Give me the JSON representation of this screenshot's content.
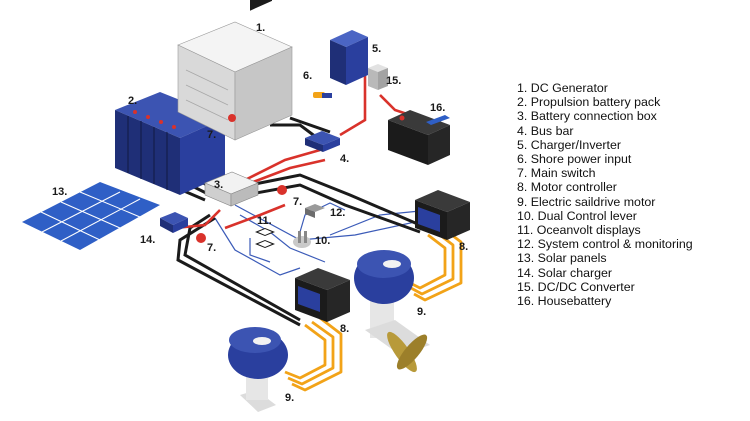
{
  "diagram": {
    "callouts": {
      "generator": "1.",
      "battery_pack": "2.",
      "connection_box": "3.",
      "bus_bar": "4.",
      "charger_inverter": "5.",
      "shore_power": "6.",
      "main_switch_a": "7.",
      "main_switch_b": "7.",
      "main_switch_c": "7.",
      "motor_controller_a": "8.",
      "motor_controller_b": "8.",
      "saildrive_a": "9.",
      "saildrive_b": "9.",
      "control_lever": "10.",
      "displays": "11.",
      "monitoring": "12.",
      "solar_panels": "13.",
      "solar_charger": "14.",
      "dcdc_converter": "15.",
      "house_battery": "16."
    }
  },
  "legend": {
    "items": [
      "1. DC Generator",
      "2. Propulsion battery pack",
      "3. Battery connection box",
      "4. Bus bar",
      "5. Charger/Inverter",
      "6. Shore power input",
      "7. Main switch",
      "8. Motor controller",
      "9. Electric saildrive motor",
      "10. Dual Control lever",
      "11. Oceanvolt displays",
      "12. System control & monitoring",
      "13. Solar panels",
      "14. Solar charger",
      "15. DC/DC Converter",
      "16. Housebattery"
    ]
  },
  "colors": {
    "component_blue": "#2a3f9e",
    "cable_black": "#1b1b1b",
    "cable_red": "#d9322b",
    "cable_orange": "#f2a318",
    "signal_blue": "#3b5bb8",
    "generator_white": "#eaeaea"
  }
}
